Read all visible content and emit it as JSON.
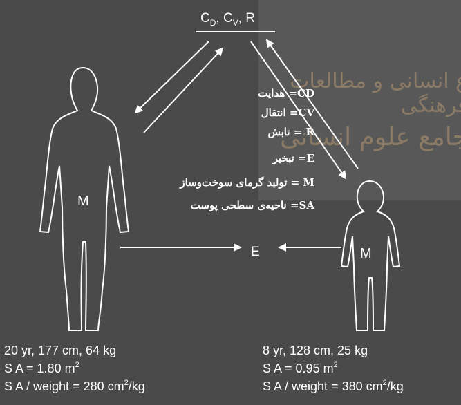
{
  "top_label": {
    "cd": "C",
    "cd_sub": "D",
    "cv": "C",
    "cv_sub": "V",
    "r": "R"
  },
  "legend": [
    "CD= هدایت",
    "CV= انتقال",
    "R = تابش",
    "E= تبخیر",
    "M = تولید گرمای سوخت‌وساز",
    "SA= ناحیه‌ی سطحی پوست"
  ],
  "adult": {
    "m_label": "M",
    "line1": "20 yr, 177 cm, 64 kg",
    "line2": "S A = 1.80 m",
    "line2_sup": "2",
    "line3": "S A / weight = 280 cm",
    "line3_sup": "2",
    "line3_tail": "/kg"
  },
  "child": {
    "m_label": "M",
    "line1": "8 yr, 128 cm, 25 kg",
    "line2": "S A = 0.95 m",
    "line2_sup": "2",
    "line3": "S A / weight = 380 cm",
    "line3_sup": "2",
    "line3_tail": "/kg"
  },
  "e_label": "E",
  "watermark": [
    "ع انسانی و مطالعات فرهنگی",
    "جامع علوم انسانی"
  ]
}
